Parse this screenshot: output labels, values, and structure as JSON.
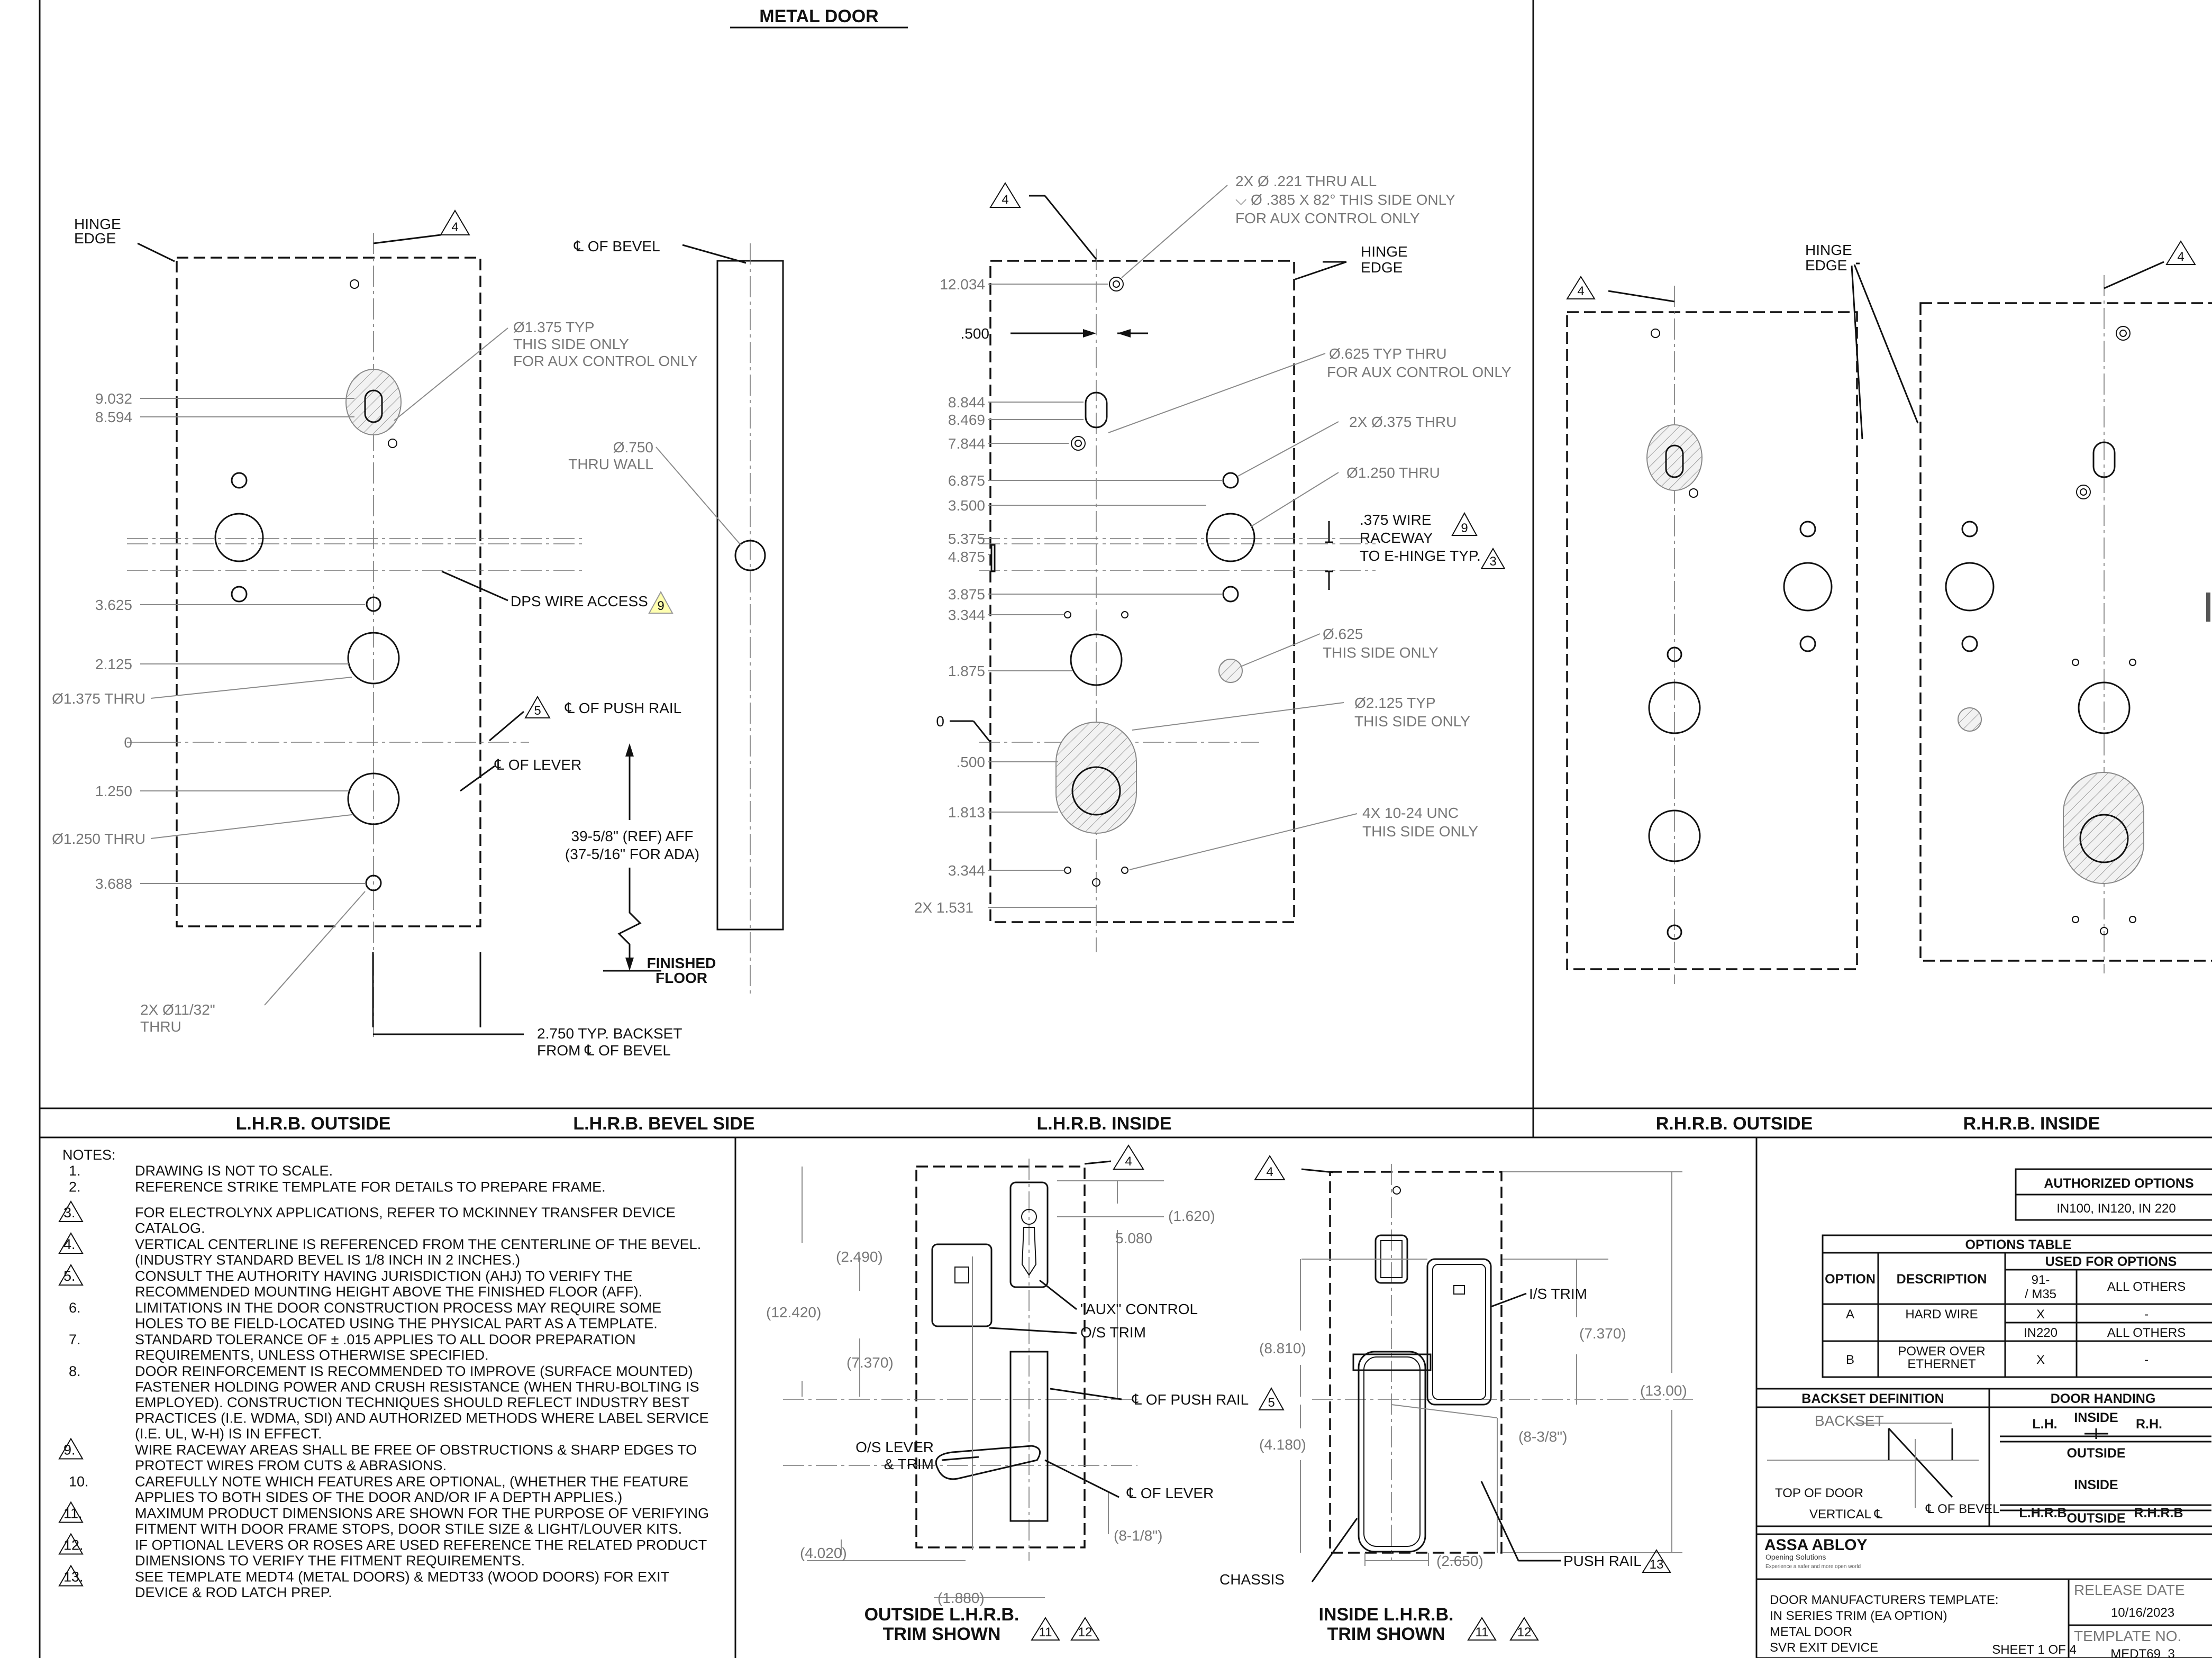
{
  "title": "METAL DOOR",
  "views": {
    "lh_outside": {
      "title": "L.H.R.B. OUTSIDE",
      "hinge_edge": [
        "HINGE",
        "EDGE"
      ],
      "dims": [
        "9.032",
        "8.594",
        "3.625",
        "2.125",
        "Ø1.375 THRU",
        "0",
        "1.250",
        "Ø1.250 THRU",
        "3.688"
      ],
      "callout_aux": [
        "Ø1.375 TYP",
        "THIS SIDE ONLY",
        "FOR AUX CONTROL ONLY"
      ],
      "dps": "DPS WIRE ACCESS",
      "push_rail": "℄ OF PUSH RAIL",
      "lever": "℄ OF LEVER",
      "height": [
        "39-5/8\" (REF) AFF",
        "(37-5/16\" FOR ADA)"
      ],
      "floor": [
        "FINISHED",
        "FLOOR"
      ],
      "holes": [
        "2X  Ø11/32\"",
        "THRU"
      ],
      "backset": [
        "2.750 TYP. BACKSET",
        "FROM ℄  OF BEVEL"
      ]
    },
    "lh_bevel": {
      "title": "L.H.R.B. BEVEL SIDE",
      "bevel": "℄ OF BEVEL",
      "wall": [
        "Ø.750",
        "THRU WALL"
      ]
    },
    "lh_inside": {
      "title": "L.H.R.B. INSIDE",
      "dims": [
        "12.034",
        ".500",
        "8.844",
        "8.469",
        "7.844",
        "6.875",
        "3.500",
        "5.375",
        "4.875",
        "3.875",
        "3.344",
        "1.875",
        "0",
        ".500",
        "1.813",
        "3.344",
        "2X  1.531"
      ],
      "top_callout": [
        "2X  Ø  .221 THRU ALL",
        "⌵  Ø  .385 X 82° THIS SIDE ONLY",
        "FOR AUX CONTROL ONLY"
      ],
      "hinge_edge": [
        "HINGE",
        "EDGE"
      ],
      "c625": [
        "Ø.625 TYP THRU",
        "FOR AUX CONTROL ONLY"
      ],
      "c375": "2X   Ø.375 THRU",
      "c1250": "Ø1.250 THRU",
      "raceway": [
        ".375 WIRE",
        "RACEWAY",
        "TO E-HINGE TYP."
      ],
      "c625b": [
        "Ø.625",
        "THIS SIDE ONLY"
      ],
      "c2125": [
        "Ø2.125 TYP",
        "THIS SIDE ONLY"
      ],
      "c1024": [
        "4X 10-24 UNC",
        "THIS SIDE ONLY"
      ]
    },
    "rh_outside": {
      "title": "R.H.R.B. OUTSIDE",
      "hinge_edge": [
        "HINGE",
        "EDGE"
      ]
    },
    "rh_inside": {
      "title": "R.H.R.B. INSIDE"
    }
  },
  "notes": {
    "heading": "NOTES:",
    "items": [
      {
        "n": "1.",
        "lines": [
          "DRAWING IS NOT TO SCALE."
        ]
      },
      {
        "n": "2.",
        "lines": [
          "REFERENCE STRIKE TEMPLATE FOR DETAILS TO PREPARE FRAME."
        ]
      },
      {
        "n": "3.",
        "lines": [
          "FOR ELECTROLYNX APPLICATIONS, REFER TO MCKINNEY TRANSFER DEVICE",
          "CATALOG."
        ]
      },
      {
        "n": "4.",
        "lines": [
          "VERTICAL CENTERLINE IS REFERENCED FROM THE CENTERLINE OF THE BEVEL.",
          "(INDUSTRY STANDARD BEVEL IS 1/8 INCH IN 2 INCHES.)"
        ]
      },
      {
        "n": "5.",
        "lines": [
          "CONSULT THE AUTHORITY HAVING JURISDICTION (AHJ) TO VERIFY THE",
          "RECOMMENDED MOUNTING HEIGHT ABOVE THE FINISHED FLOOR (AFF)."
        ]
      },
      {
        "n": "6.",
        "lines": [
          "LIMITATIONS IN THE DOOR CONSTRUCTION PROCESS MAY REQUIRE SOME",
          "HOLES TO BE FIELD-LOCATED USING THE PHYSICAL PART AS A TEMPLATE."
        ]
      },
      {
        "n": "7.",
        "lines": [
          "STANDARD TOLERANCE OF ± .015 APPLIES TO ALL DOOR PREPARATION",
          "REQUIREMENTS, UNLESS OTHERWISE SPECIFIED."
        ]
      },
      {
        "n": "8.",
        "lines": [
          "DOOR REINFORCEMENT IS RECOMMENDED TO IMPROVE (SURFACE MOUNTED)",
          "FASTENER HOLDING POWER AND CRUSH RESISTANCE (WHEN THRU-BOLTING IS",
          "EMPLOYED). CONSTRUCTION TECHNIQUES SHOULD REFLECT INDUSTRY BEST",
          "PRACTICES (I.E. WDMA, SDI) AND AUTHORIZED METHODS WHERE LABEL SERVICE",
          "(I.E. UL, W-H) IS IN EFFECT."
        ]
      },
      {
        "n": "9.",
        "lines": [
          "WIRE RACEWAY AREAS SHALL BE FREE OF OBSTRUCTIONS & SHARP EDGES TO",
          "PROTECT WIRES FROM CUTS & ABRASIONS."
        ]
      },
      {
        "n": "10.",
        "lines": [
          "CAREFULLY NOTE WHICH FEATURES ARE OPTIONAL, (WHETHER THE FEATURE",
          "APPLIES TO BOTH SIDES OF THE DOOR AND/OR IF A DEPTH APPLIES.)"
        ]
      },
      {
        "n": "11.",
        "lines": [
          "MAXIMUM PRODUCT DIMENSIONS ARE SHOWN FOR THE PURPOSE OF VERIFYING",
          "FITMENT WITH DOOR FRAME STOPS, DOOR STILE SIZE & LIGHT/LOUVER KITS."
        ]
      },
      {
        "n": "12.",
        "lines": [
          "IF OPTIONAL LEVERS OR ROSES ARE USED REFERENCE THE RELATED PRODUCT",
          "DIMENSIONS TO VERIFY THE FITMENT REQUIREMENTS."
        ]
      },
      {
        "n": "13.",
        "lines": [
          "SEE TEMPLATE MEDT4 (METAL DOORS) & MEDT33 (WOOD DOORS) FOR EXIT",
          "DEVICE & ROD LATCH PREP."
        ]
      }
    ]
  },
  "trim_outside": {
    "title": [
      "OUTSIDE L.H.R.B.",
      "TRIM SHOWN"
    ],
    "dims": [
      "(1.620)",
      "5.080",
      "(2.490)",
      "(12.420)",
      "(7.370)",
      "(4.020)",
      "(1.880)",
      "(8-1/8\")"
    ],
    "labels": [
      "\"AUX\" CONTROL",
      "O/S TRIM",
      "℄ OF PUSH RAIL",
      "℄ OF LEVER",
      "O/S LEVER",
      "& TRIM"
    ]
  },
  "trim_inside": {
    "title": [
      "INSIDE L.H.R.B.",
      "TRIM SHOWN"
    ],
    "dims": [
      "(8.810)",
      "(7.370)",
      "(13.00)",
      "(8-3/8\")",
      "(4.180)",
      "(2.650)"
    ],
    "labels": [
      "I/S TRIM",
      "CHASSIS",
      "PUSH RAIL"
    ]
  },
  "authorized": {
    "title": "AUTHORIZED OPTIONS",
    "value": "IN100, IN120, IN 220"
  },
  "options_table": {
    "title": "OPTIONS TABLE",
    "used_for": "USED FOR OPTIONS",
    "col_option": "OPTION",
    "col_desc": "DESCRIPTION",
    "col_a": "91-\n/ M35",
    "col_b": "ALL OTHERS",
    "rows": [
      {
        "opt": "A",
        "desc": "HARD WIRE",
        "c1": "X",
        "c2": "-"
      },
      {
        "opt": "",
        "desc": "",
        "c1": "IN220",
        "c2": "ALL OTHERS"
      },
      {
        "opt": "B",
        "desc": "POWER OVER ETHERNET",
        "c1": "X",
        "c2": "-"
      }
    ]
  },
  "backset_def": {
    "title": "BACKSET DEFINITION",
    "backset": "BACKSET",
    "top": "TOP OF DOOR",
    "vertical": "VERTICAL ℄",
    "bevel": "℄ OF BEVEL"
  },
  "handing": {
    "title": "DOOR HANDING",
    "lh": "L.H.",
    "rh": "R.H.",
    "inside": "INSIDE",
    "outside": "OUTSIDE",
    "lhrb": "L.H.R.B.",
    "rhrb": "R.H.R.B"
  },
  "titleblock": {
    "brand": "ASSA ABLOY",
    "brand_sub": "Opening Solutions",
    "tagline": "Experience a safer and more open world",
    "lines": [
      "DOOR MANUFACTURERS TEMPLATE:",
      "IN SERIES TRIM (EA OPTION)",
      "METAL DOOR",
      "SVR EXIT DEVICE"
    ],
    "sheet": "SHEET 1 OF 4",
    "release_label": "RELEASE  DATE",
    "release": "10/16/2023",
    "template_label": "TEMPLATE  NO.",
    "template": "MEDT69_3"
  },
  "flags": [
    "4",
    "4",
    "4",
    "4",
    "5",
    "9",
    "9",
    "3",
    "3",
    "4",
    "5",
    "9",
    "11",
    "12",
    "13",
    "4",
    "4",
    "11",
    "12",
    "11",
    "12",
    "13"
  ]
}
